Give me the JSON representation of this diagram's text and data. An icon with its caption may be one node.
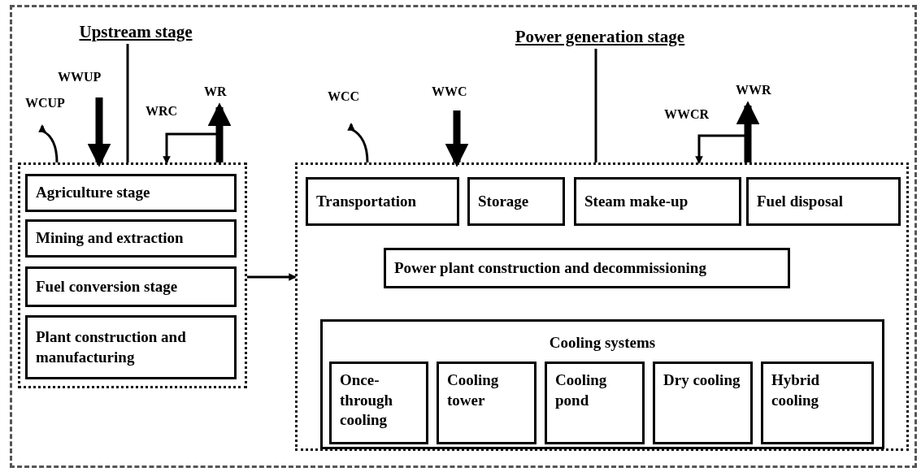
{
  "diagram": {
    "nodes": [
      {
        "text": [],
        "shape": "box"
      },
      {
        "text": [
          "Upstream stage"
        ],
        "in": 0
      },
      {
        "text": [],
        "shape": "box",
        "in": 0
      },
      {
        "text": [
          "Agriculture stage"
        ],
        "in": 2
      },
      {
        "text": [
          "Mining and extraction"
        ],
        "in": 2
      },
      {
        "text": [
          "Fuel conversion stage"
        ],
        "in": 2
      },
      {
        "text": [
          "Plant construction and manufacturing"
        ],
        "in": 2
      },
      {
        "text": [
          "Power generation stage"
        ],
        "in": 0
      },
      {
        "text": [],
        "shape": "box",
        "in": 0
      },
      {
        "text": [
          "Transportation"
        ],
        "in": 8
      },
      {
        "text": [
          "Storage"
        ],
        "in": 8
      },
      {
        "text": [
          "Steam make-up"
        ],
        "in": 8
      },
      {
        "text": [
          "Fuel disposal"
        ],
        "in": 8
      },
      {
        "text": [
          "Power plant construction and decommissioning"
        ],
        "in": 8
      },
      {
        "text": [
          "Cooling systems"
        ],
        "in": 8
      },
      {
        "text": [
          "Once-through cooling"
        ],
        "in": 14
      },
      {
        "text": [
          "Cooling tower"
        ],
        "in": 14
      },
      {
        "text": [
          "Cooling pond"
        ],
        "in": 14
      },
      {
        "text": [
          "Dry cooling"
        ],
        "in": 14
      },
      {
        "text": [
          "Hybrid cooling"
        ],
        "in": 14
      }
    ],
    "edges": [
      {
        "from": 1,
        "to": 2,
        "arrow": "none"
      },
      {
        "from": 2,
        "to": null,
        "arrow": "to",
        "label": "WCUP"
      },
      {
        "from": null,
        "to": 2,
        "arrow": "to",
        "label": "WWUP",
        "style": "thick"
      },
      {
        "from": null,
        "to": 2,
        "arrow": "to",
        "label": "WRC"
      },
      {
        "from": 2,
        "to": null,
        "arrow": "to",
        "label": "WR",
        "style": "thick"
      },
      {
        "from": 2,
        "to": 8,
        "arrow": "to"
      },
      {
        "from": 7,
        "to": 8,
        "arrow": "none"
      },
      {
        "from": 8,
        "to": null,
        "arrow": "to",
        "label": "WCC"
      },
      {
        "from": null,
        "to": 8,
        "arrow": "to",
        "label": "WWC",
        "style": "thick"
      },
      {
        "from": null,
        "to": 8,
        "arrow": "to",
        "label": "WWCR"
      },
      {
        "from": 8,
        "to": null,
        "arrow": "to",
        "label": "WWR",
        "style": "thick"
      }
    ]
  }
}
